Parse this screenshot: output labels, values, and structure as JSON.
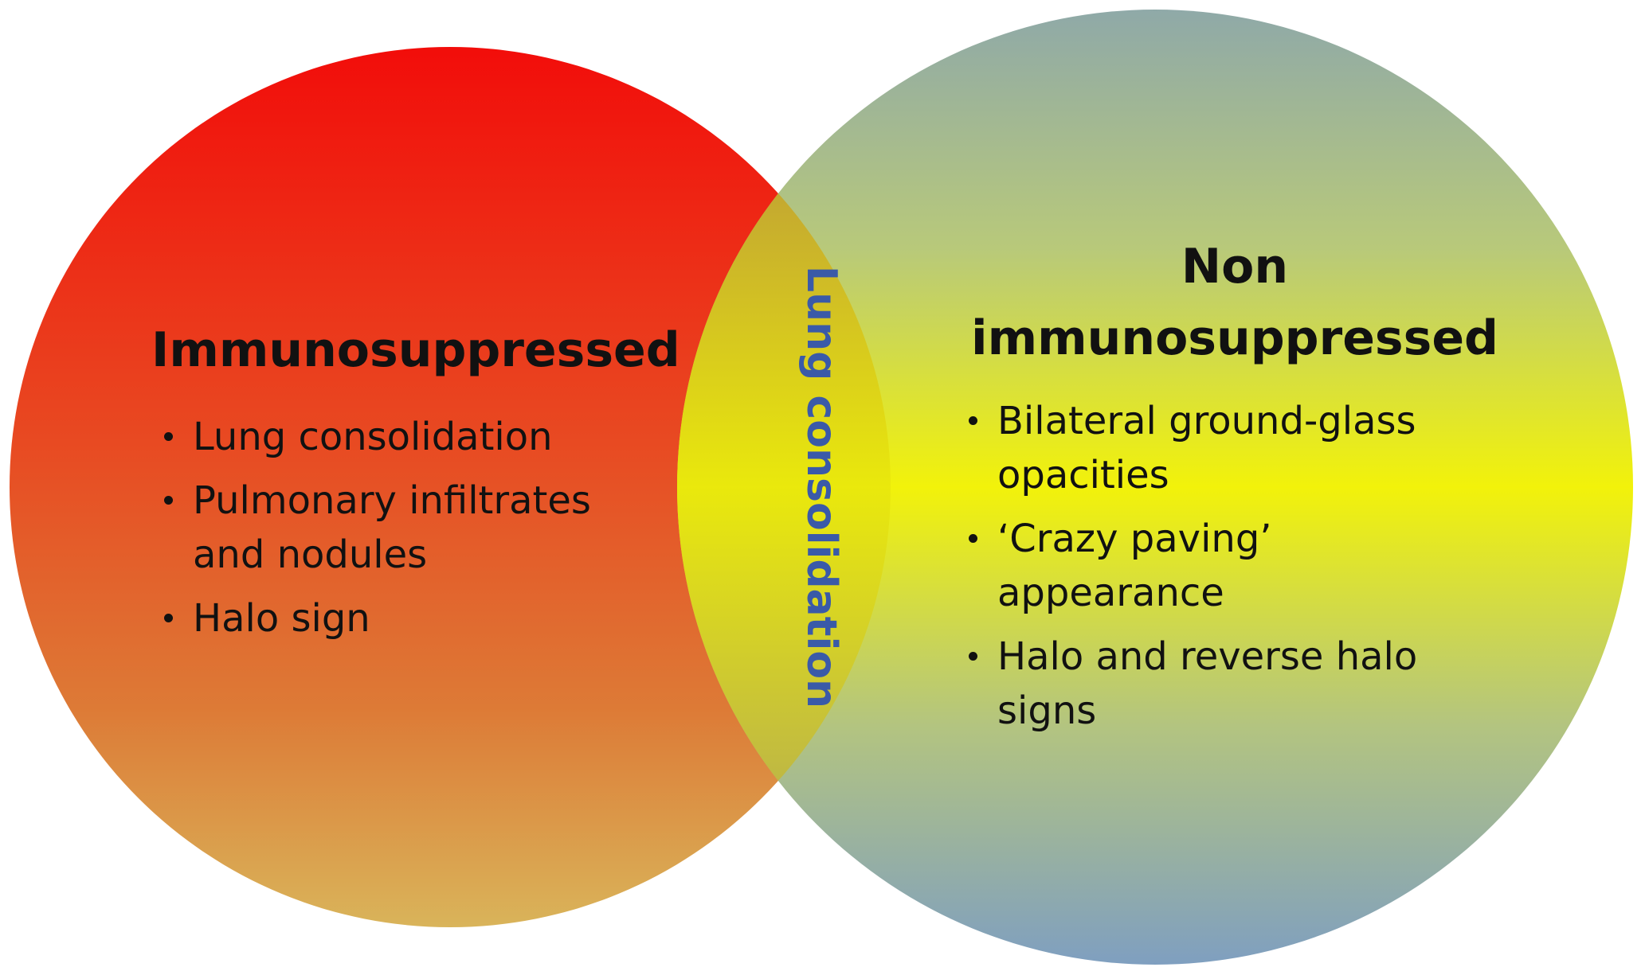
{
  "left_set": {
    "title": "Immunosuppressed",
    "items": [
      "Lung consolidation",
      "Pulmonary infiltrates and nodules",
      "Halo sign"
    ],
    "color_top": "#f20d0a",
    "color_bottom": "#d9b45a"
  },
  "right_set": {
    "title_lines": [
      "Non",
      "immunosuppressed"
    ],
    "items": [
      "Bilateral ground-glass opacities",
      "‘Crazy paving’ appearance",
      "Halo and reverse halo signs"
    ],
    "color_top": "#8fa9a8",
    "color_middle": "#f2f20a",
    "color_bottom": "#7f9fc0"
  },
  "intersection": {
    "label": "Lung consolidation",
    "label_color": "#3a5aa8"
  }
}
